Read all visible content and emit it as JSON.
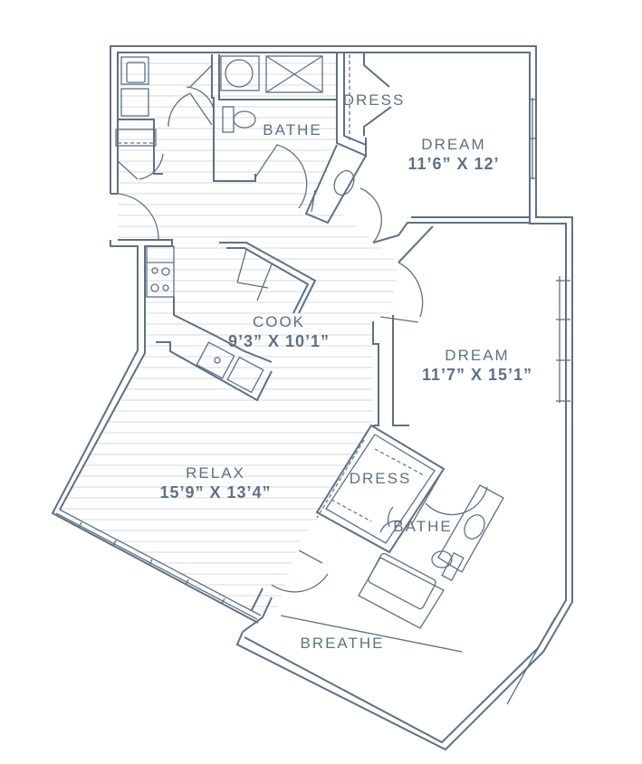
{
  "floor_plan": {
    "line_color": "#5e7182",
    "floor_hatch_color": "#e3e6ea",
    "rooms": [
      {
        "id": "bathe-1",
        "name": "BATHE",
        "dimensions": ""
      },
      {
        "id": "dress-1",
        "name": "DRESS",
        "dimensions": ""
      },
      {
        "id": "dream-1",
        "name": "DREAM",
        "dimensions": "11’6” X 12’"
      },
      {
        "id": "cook",
        "name": "COOK",
        "dimensions": "9’3” X 10’1”"
      },
      {
        "id": "dream-2",
        "name": "DREAM",
        "dimensions": "11’7” X 15’1”"
      },
      {
        "id": "relax",
        "name": "RELAX",
        "dimensions": "15’9” X 13’4”"
      },
      {
        "id": "dress-2",
        "name": "DRESS",
        "dimensions": ""
      },
      {
        "id": "bathe-2",
        "name": "BATHE",
        "dimensions": ""
      },
      {
        "id": "breathe",
        "name": "BREATHE",
        "dimensions": ""
      }
    ]
  }
}
